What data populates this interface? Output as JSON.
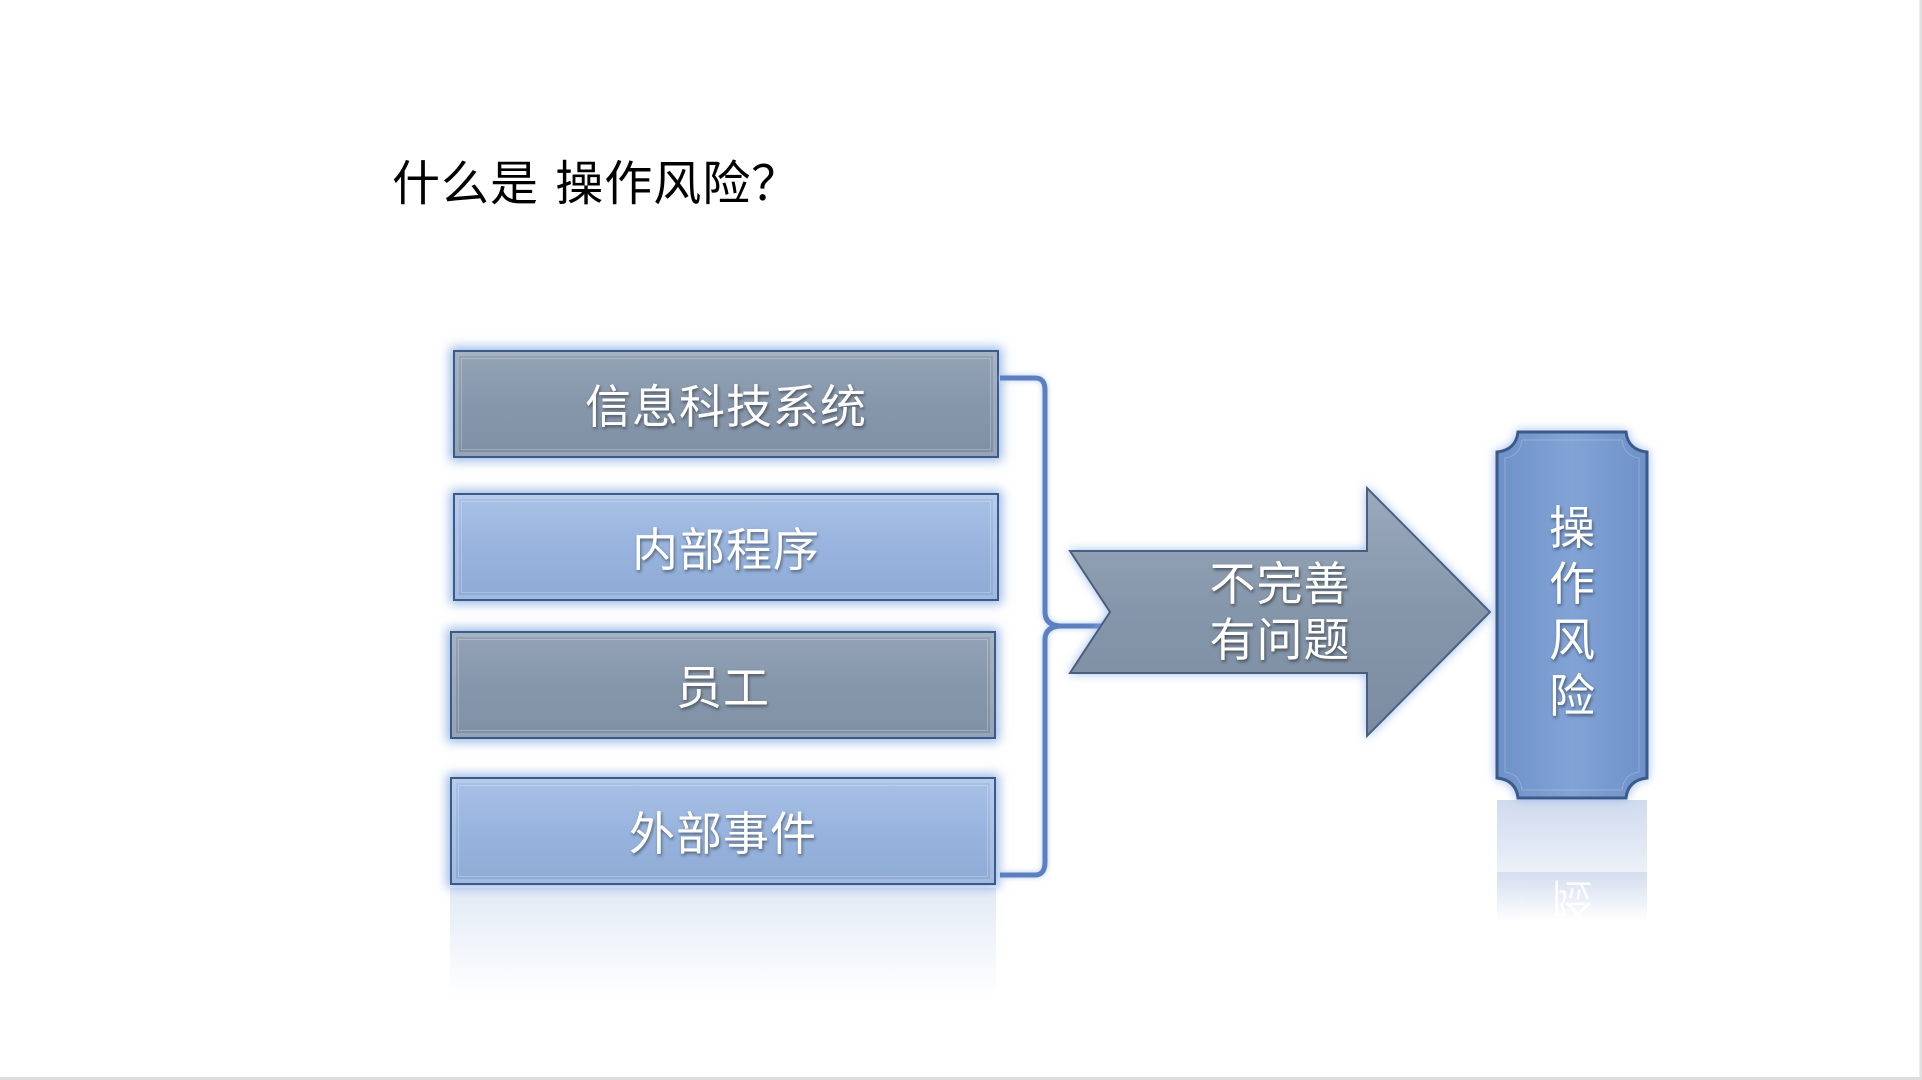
{
  "title": "什么是 操作风险？",
  "sources": [
    {
      "label": "信息科技系统",
      "style": "dark"
    },
    {
      "label": "内部程序",
      "style": "light"
    },
    {
      "label": "员工",
      "style": "dark"
    },
    {
      "label": "外部事件",
      "style": "light"
    }
  ],
  "arrow": {
    "line1": "不完善",
    "line2": "有问题"
  },
  "result": {
    "chars": [
      "操",
      "作",
      "风",
      "险"
    ]
  },
  "colors": {
    "dark_box": "#8797ab",
    "light_box": "#98b4de",
    "bracket": "#5b7fc0",
    "result_box": "#7a9cd0",
    "arrow": "#8797ab"
  }
}
